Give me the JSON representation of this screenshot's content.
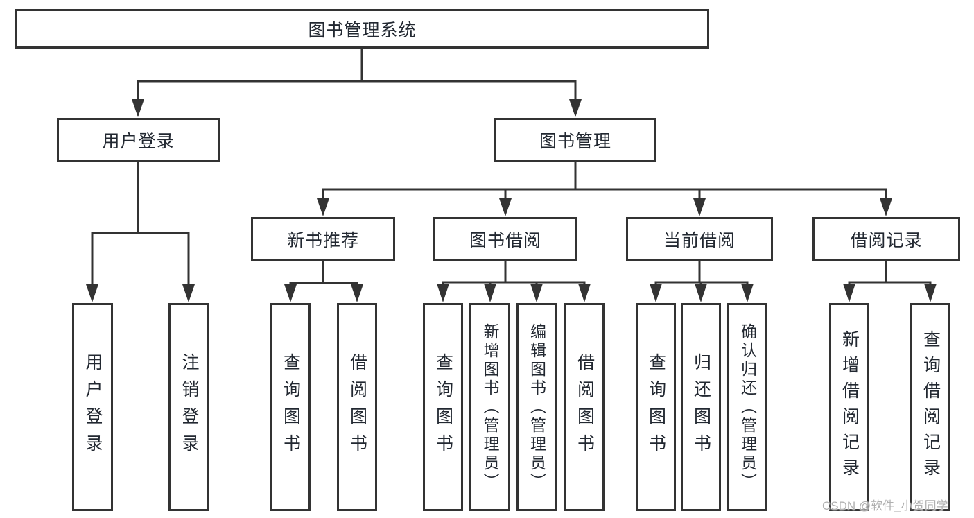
{
  "title": "图书管理系统",
  "tree": {
    "label": "图书管理系统",
    "children": [
      {
        "label": "用户登录",
        "children": [
          {
            "label": "用户登录"
          },
          {
            "label": "注销登录"
          }
        ]
      },
      {
        "label": "图书管理",
        "children": [
          {
            "label": "新书推荐",
            "children": [
              {
                "label": "查询图书"
              },
              {
                "label": "借阅图书"
              }
            ]
          },
          {
            "label": "图书借阅",
            "children": [
              {
                "label": "查询图书"
              },
              {
                "label": "新增图书（管理员）"
              },
              {
                "label": "编辑图书（管理员）"
              },
              {
                "label": "借阅图书"
              }
            ]
          },
          {
            "label": "当前借阅",
            "children": [
              {
                "label": "查询图书"
              },
              {
                "label": "归还图书"
              },
              {
                "label": "确认归还（管理员）"
              }
            ]
          },
          {
            "label": "借阅记录",
            "children": [
              {
                "label": "新增借阅记录"
              },
              {
                "label": "查询借阅记录"
              }
            ]
          }
        ]
      }
    ]
  },
  "watermark": "CSDN @软件_小贺同学",
  "colors": {
    "line": "#333333",
    "box_border": "#333333",
    "text": "#222831",
    "watermark": "#b0b0b0",
    "background": "#ffffff"
  }
}
